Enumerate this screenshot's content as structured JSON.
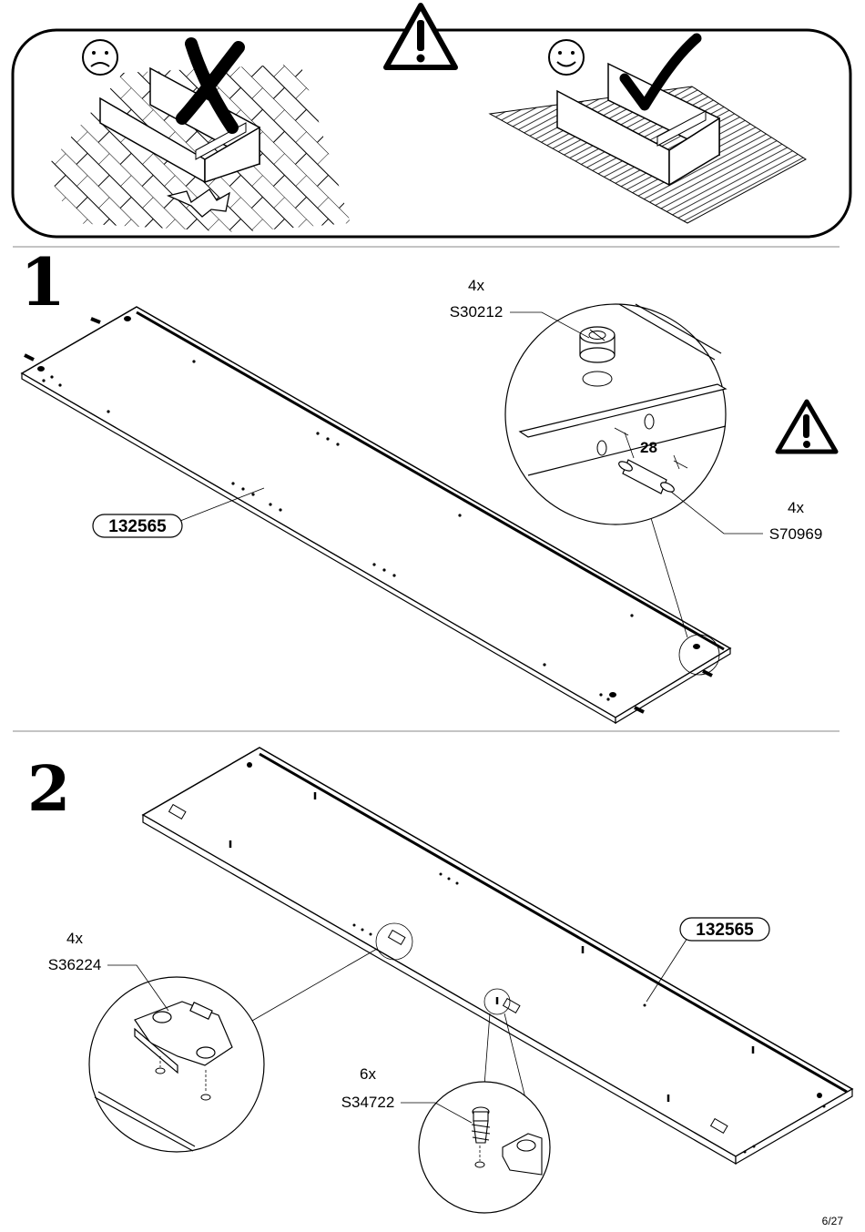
{
  "page_number": "6/27",
  "warning_panel": {
    "bad_face": "☹",
    "good_face": "☺",
    "icons": [
      "warning-icon",
      "sad-face-icon",
      "happy-face-icon",
      "cross-mark-icon",
      "check-mark-icon"
    ]
  },
  "step1": {
    "number": "1",
    "panel_part": "132565",
    "cam_qty": "4x",
    "cam_code": "S30212",
    "dowel_qty": "4x",
    "dowel_code": "S70969",
    "dimension": "28"
  },
  "step2": {
    "number": "2",
    "panel_part": "132565",
    "hinge_qty": "4x",
    "hinge_code": "S36224",
    "screw_qty": "6x",
    "screw_code": "S34722"
  }
}
